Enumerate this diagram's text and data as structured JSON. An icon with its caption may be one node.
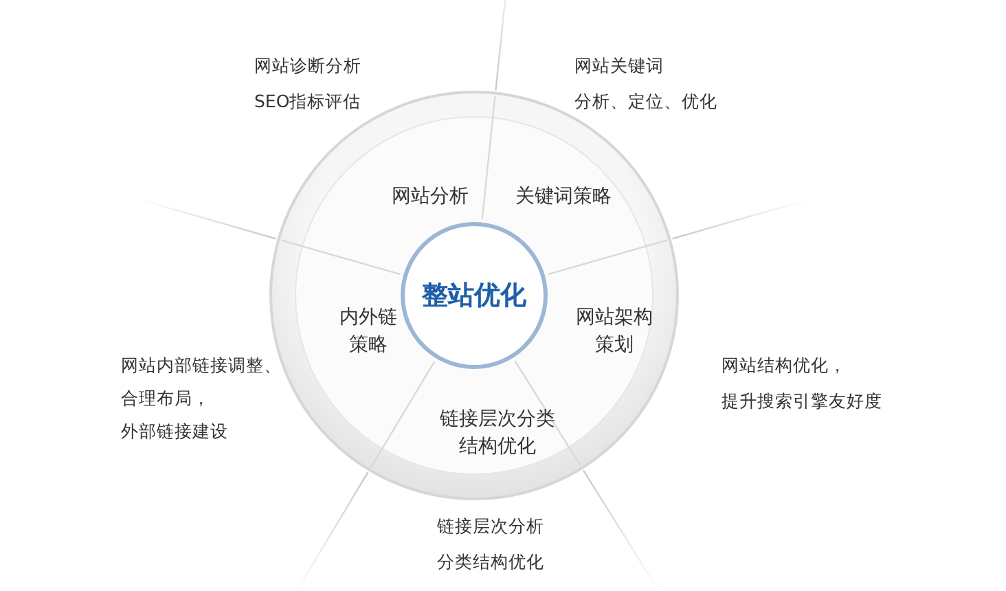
{
  "diagram": {
    "nodes": [
      {
        "text": [],
        "shape": "circle"
      },
      {
        "text": [
          "整站优化"
        ],
        "in": 0
      },
      {
        "text": [
          "网站分析"
        ],
        "in": 0,
        "beside": [
          "网站诊断分析",
          "SEO指标评估"
        ]
      },
      {
        "text": [
          "关键词策略"
        ],
        "in": 0,
        "beside": [
          "网站关键词",
          "分析、定位、优化"
        ]
      },
      {
        "text": [
          "网站架构策划"
        ],
        "in": 0,
        "beside": [
          "网站结构优化，",
          "提升搜索引擎友好度"
        ]
      },
      {
        "text": [
          "链接层次分类结构优化"
        ],
        "in": 0,
        "beside": [
          "链接层次分析",
          "分类结构优化"
        ]
      },
      {
        "text": [
          "内外链策略"
        ],
        "in": 0,
        "beside": [
          "网站内部链接调整、",
          "合理布局，",
          "外部链接建设"
        ]
      }
    ]
  }
}
